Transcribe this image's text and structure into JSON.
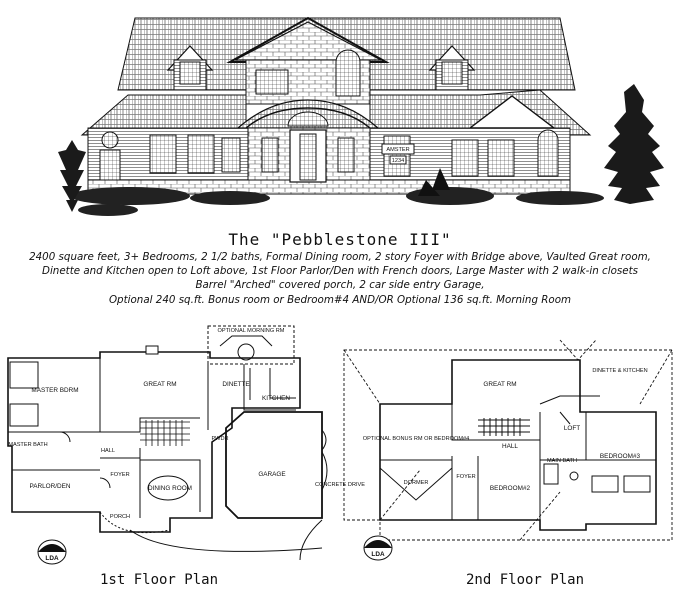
{
  "title": "The \"Pebblestone III\"",
  "description": [
    "2400 square feet, 3+ Bedrooms, 2 1/2 baths, Formal Dining room, 2 story Foyer with Bridge above, Vaulted Great room,",
    "Dinette and Kitchen open to Loft above, 1st Floor Parlor/Den with French doors, Large Master with 2 walk-in closets",
    "Barrel \"Arched\" covered porch, 2 car side entry Garage,",
    "Optional 240 sq.ft. Bonus room or Bedroom#4  AND/OR  Optional 136 sq.ft. Morning Room"
  ],
  "elevation": {
    "nameplate": "AMSTER",
    "house_number": "1234"
  },
  "first_floor": {
    "caption": "1st Floor Plan",
    "rooms": {
      "master_bdrm": "MASTER BDRM",
      "great_rm": "GREAT RM",
      "dinette": "DINETTE",
      "kitchen": "KITCHEN",
      "optional_morning_rm": "OPTIONAL MORNING RM",
      "master_bath": "MASTER BATH",
      "parlor_den": "PARLOR/DEN",
      "foyer": "FOYER",
      "dining_room": "DINING ROOM",
      "porch": "PORCH",
      "garage": "GARAGE",
      "concrete_drive": "CONCRETE DRIVE",
      "hall": "HALL",
      "pwdr": "PWDR"
    }
  },
  "second_floor": {
    "caption": "2nd Floor Plan",
    "rooms": {
      "great_rm_below": "GREAT RM",
      "dinette_kitchen": "DINETTE & KITCHEN",
      "optional_bonus": "OPTIONAL BONUS RM OR BEDROOM#4",
      "hall": "HALL",
      "loft": "LOFT",
      "main_bath": "MAIN BATH",
      "bedroom3": "BEDROOM#3",
      "dormer": "DORMER",
      "foyer": "FOYER",
      "bedroom2": "BEDROOM#2"
    }
  },
  "logo": {
    "letters": "LDA"
  }
}
